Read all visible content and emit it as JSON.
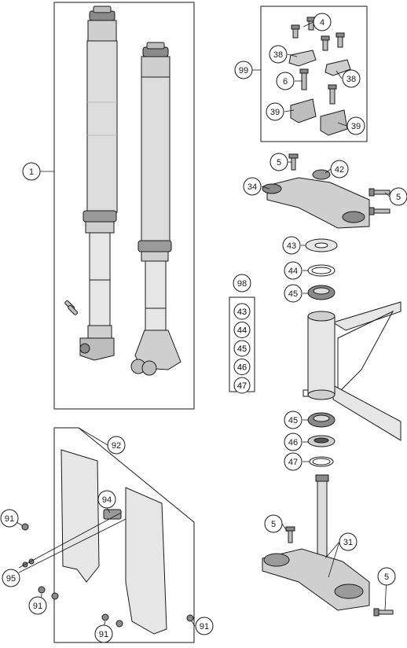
{
  "callouts": {
    "c1": "1",
    "c4": "4",
    "c38a": "38",
    "c38b": "38",
    "c99": "99",
    "c6": "6",
    "c39a": "39",
    "c39b": "39",
    "c5a": "5",
    "c42": "42",
    "c34": "34",
    "c5b": "5",
    "c43": "43",
    "c44": "44",
    "c45a": "45",
    "c98": "98",
    "k43": "43",
    "k44": "44",
    "k45": "45",
    "k46": "46",
    "k47": "47",
    "c45b": "45",
    "c46": "46",
    "c47": "47",
    "c92": "92",
    "c94": "94",
    "c91a": "91",
    "c95": "95",
    "c91b": "91",
    "c91c": "91",
    "c91d": "91",
    "c5c": "5",
    "c31": "31",
    "c5d": "5"
  },
  "colors": {
    "line": "#1a1a1a",
    "part_fill": "#dcdcdc",
    "part_dark": "#8a8a8a",
    "part_light": "#f0f0f0",
    "badge_fill": "#ffffff"
  }
}
